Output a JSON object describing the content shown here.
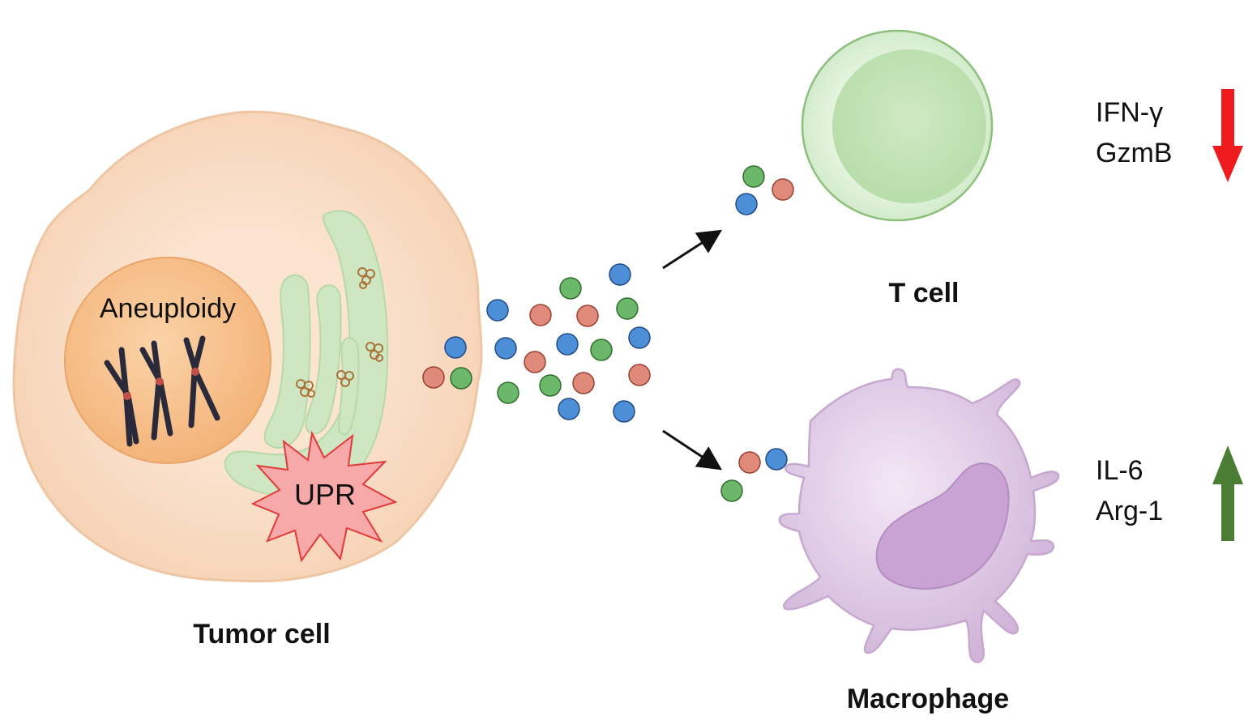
{
  "labels": {
    "nucleus": "Aneuploidy",
    "stress": "UPR",
    "tumor_cell": "Tumor cell",
    "t_cell": "T cell",
    "macrophage": "Macrophage",
    "t_cell_markers": [
      "IFN-γ",
      "GzmB"
    ],
    "macrophage_markers": [
      "IL-6",
      "Arg-1"
    ]
  },
  "colors": {
    "tumor_cell": "#f8dcc4",
    "nucleus": "#f3b57a",
    "er": "#cfe6c2",
    "upr": "#f7a8a8",
    "t_cell": "#dcf0d6",
    "macrophage": "#e3cde9",
    "particle_blue": "#4d8fd6",
    "particle_red": "#e08a7c",
    "particle_green": "#6cb86a",
    "arrow_down": "#ee1c1c",
    "arrow_up": "#4b7d34"
  }
}
